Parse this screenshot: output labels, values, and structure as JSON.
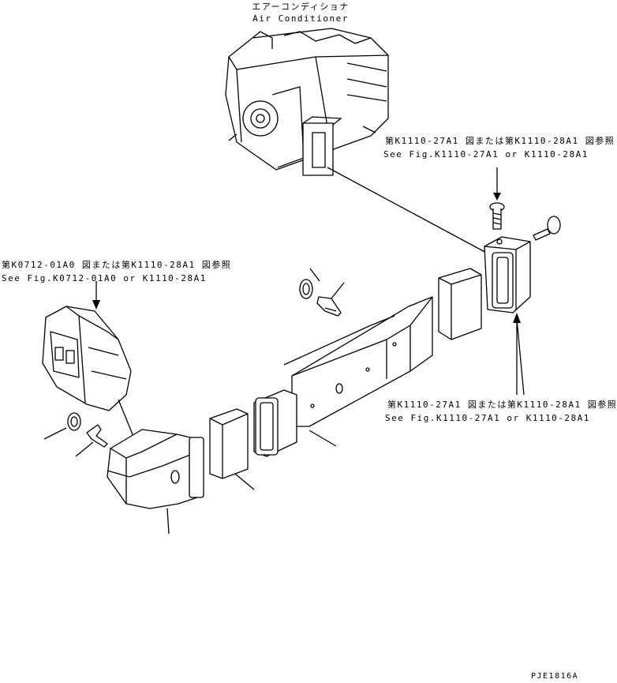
{
  "air_conditioner": {
    "label_jp": "エアーコンディショナ",
    "label_en": "Air Conditioner"
  },
  "refs": {
    "top_right": {
      "jp": "第K1110-27A1 図または第K1110-28A1 図参照",
      "en": "See Fig.K1110-27A1 or K1110-28A1"
    },
    "left": {
      "jp": "第K0712-01A0 図または第K1110-28A1 図参照",
      "en": "See Fig.K0712-01A0 or K1110-28A1"
    },
    "mid_right": {
      "jp": "第K1110-27A1 図または第K1110-28A1 図参照",
      "en": "See Fig.K1110-27A1 or K1110-28A1"
    }
  },
  "drawing_id": "PJE1816A"
}
